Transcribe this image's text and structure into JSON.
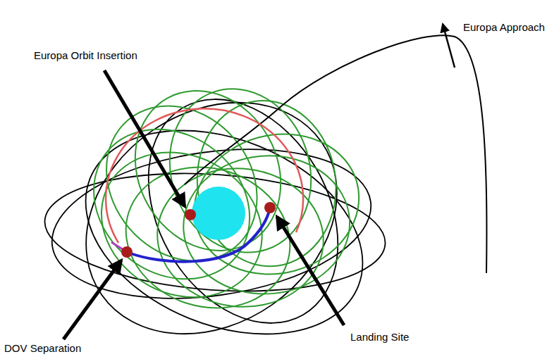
{
  "diagram": {
    "labels": [
      "Europa Approach",
      "Europa Orbit Insertion",
      "DOV Separation",
      "Landing Site"
    ]
  }
}
